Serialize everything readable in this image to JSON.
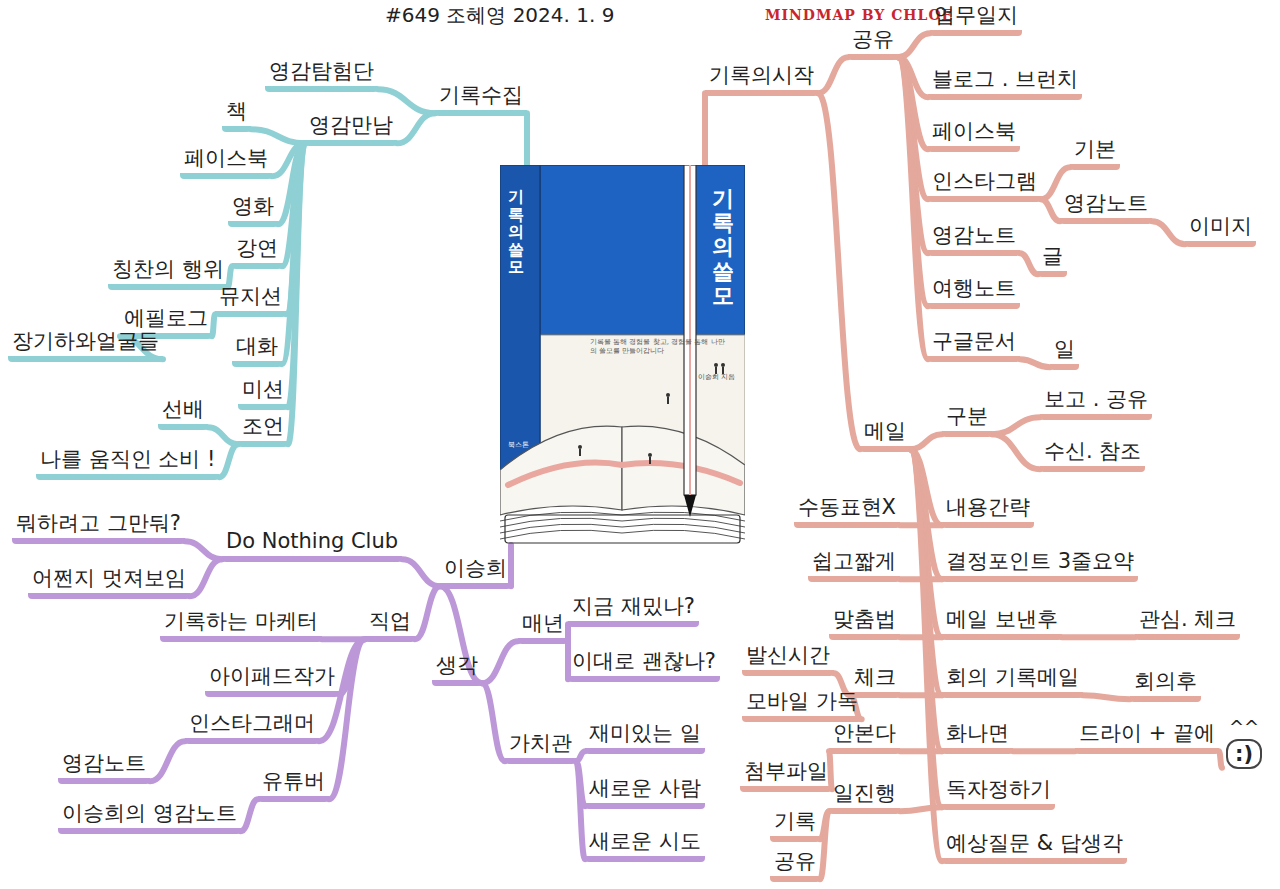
{
  "diagram": {
    "title": "#649 조혜영 2024. 1. 9",
    "nodes": [
      {
        "text": [
          "기록의 쓸모"
        ]
      },
      {
        "text": [
          "기록수집"
        ]
      },
      {
        "text": [
          "영감탐험단"
        ]
      },
      {
        "text": [
          "영감만남"
        ]
      },
      {
        "text": [
          "책"
        ]
      },
      {
        "text": [
          "페이스북"
        ]
      },
      {
        "text": [
          "영화"
        ]
      },
      {
        "text": [
          "강연"
        ]
      },
      {
        "text": [
          "칭찬의 행위"
        ]
      },
      {
        "text": [
          "뮤지션"
        ]
      },
      {
        "text": [
          "에필로그"
        ]
      },
      {
        "text": [
          "장기하와얼굴들"
        ]
      },
      {
        "text": [
          "대화"
        ]
      },
      {
        "text": [
          "미션"
        ]
      },
      {
        "text": [
          "조언"
        ]
      },
      {
        "text": [
          "선배"
        ]
      },
      {
        "text": [
          "나를 움직인 소비 !"
        ]
      },
      {
        "text": [
          "기록의시작"
        ]
      },
      {
        "text": [
          "공유"
        ]
      },
      {
        "text": [
          "업무일지"
        ]
      },
      {
        "text": [
          "블로그 . 브런치"
        ]
      },
      {
        "text": [
          "페이스북"
        ]
      },
      {
        "text": [
          "인스타그램"
        ]
      },
      {
        "text": [
          "기본"
        ]
      },
      {
        "text": [
          "영감노트"
        ]
      },
      {
        "text": [
          "이미지"
        ]
      },
      {
        "text": [
          "영감노트"
        ]
      },
      {
        "text": [
          "글"
        ]
      },
      {
        "text": [
          "여행노트"
        ]
      },
      {
        "text": [
          "구글문서"
        ]
      },
      {
        "text": [
          "일"
        ]
      },
      {
        "text": [
          "메일"
        ]
      },
      {
        "text": [
          "구분"
        ]
      },
      {
        "text": [
          "보고 . 공유"
        ]
      },
      {
        "text": [
          "수신. 참조"
        ]
      },
      {
        "text": [
          "내용간략"
        ]
      },
      {
        "text": [
          "수동표현X"
        ]
      },
      {
        "text": [
          "결정포인트 3줄요약"
        ]
      },
      {
        "text": [
          "쉽고짧게"
        ]
      },
      {
        "text": [
          "메일 보낸후"
        ]
      },
      {
        "text": [
          "관심. 체크"
        ]
      },
      {
        "text": [
          "맞춤법"
        ]
      },
      {
        "text": [
          "회의 기록메일"
        ]
      },
      {
        "text": [
          "회의후"
        ]
      },
      {
        "text": [
          "체크"
        ]
      },
      {
        "text": [
          "발신시간"
        ]
      },
      {
        "text": [
          "모바일 가독"
        ]
      },
      {
        "text": [
          "화나면"
        ]
      },
      {
        "text": [
          "드라이 + 끝에"
        ]
      },
      {
        "text": [
          "^^",
          ":)"
        ]
      },
      {
        "text": [
          "안본다"
        ]
      },
      {
        "text": [
          "첨부파일"
        ]
      },
      {
        "text": [
          "독자정하기"
        ]
      },
      {
        "text": [
          "일진행"
        ]
      },
      {
        "text": [
          "기록"
        ]
      },
      {
        "text": [
          "공유"
        ]
      },
      {
        "text": [
          "예상질문 & 답생각"
        ]
      },
      {
        "text": [
          "이승희"
        ]
      },
      {
        "text": [
          "Do Nothing Club"
        ]
      },
      {
        "text": [
          "뭐하려고 그만둬?"
        ]
      },
      {
        "text": [
          "어쩐지 멋져보임"
        ]
      },
      {
        "text": [
          "직업"
        ]
      },
      {
        "text": [
          "기록하는 마케터"
        ]
      },
      {
        "text": [
          "아이패드작가"
        ]
      },
      {
        "text": [
          "인스타그래머"
        ]
      },
      {
        "text": [
          "영감노트"
        ]
      },
      {
        "text": [
          "유튜버"
        ]
      },
      {
        "text": [
          "이승희의 영감노트"
        ]
      },
      {
        "text": [
          "생각"
        ]
      },
      {
        "text": [
          "매년"
        ]
      },
      {
        "text": [
          "지금 재밌나?"
        ]
      },
      {
        "text": [
          "이대로 괜찮나?"
        ]
      },
      {
        "text": [
          "가치관"
        ]
      },
      {
        "text": [
          "재미있는 일"
        ]
      },
      {
        "text": [
          "새로운 사람"
        ]
      },
      {
        "text": [
          "새로운 시도"
        ]
      }
    ],
    "edges": [
      {
        "from": 0,
        "to": 1,
        "arrow": "none"
      },
      {
        "from": 1,
        "to": 2,
        "arrow": "none"
      },
      {
        "from": 1,
        "to": 3,
        "arrow": "none"
      },
      {
        "from": 3,
        "to": 4,
        "arrow": "none"
      },
      {
        "from": 3,
        "to": 5,
        "arrow": "none"
      },
      {
        "from": 3,
        "to": 6,
        "arrow": "none"
      },
      {
        "from": 3,
        "to": 7,
        "arrow": "none"
      },
      {
        "from": 7,
        "to": 8,
        "arrow": "none"
      },
      {
        "from": 3,
        "to": 9,
        "arrow": "none"
      },
      {
        "from": 9,
        "to": 10,
        "arrow": "none"
      },
      {
        "from": 10,
        "to": 11,
        "arrow": "none"
      },
      {
        "from": 3,
        "to": 12,
        "arrow": "none"
      },
      {
        "from": 3,
        "to": 13,
        "arrow": "none"
      },
      {
        "from": 3,
        "to": 14,
        "arrow": "none"
      },
      {
        "from": 14,
        "to": 15,
        "arrow": "none"
      },
      {
        "from": 14,
        "to": 16,
        "arrow": "none"
      },
      {
        "from": 0,
        "to": 17,
        "arrow": "none"
      },
      {
        "from": 17,
        "to": 18,
        "arrow": "none"
      },
      {
        "from": 18,
        "to": 19,
        "arrow": "none"
      },
      {
        "from": 18,
        "to": 20,
        "arrow": "none"
      },
      {
        "from": 18,
        "to": 21,
        "arrow": "none"
      },
      {
        "from": 18,
        "to": 22,
        "arrow": "none"
      },
      {
        "from": 22,
        "to": 23,
        "arrow": "none"
      },
      {
        "from": 22,
        "to": 24,
        "arrow": "none"
      },
      {
        "from": 24,
        "to": 25,
        "arrow": "none"
      },
      {
        "from": 18,
        "to": 26,
        "arrow": "none"
      },
      {
        "from": 26,
        "to": 27,
        "arrow": "none"
      },
      {
        "from": 18,
        "to": 28,
        "arrow": "none"
      },
      {
        "from": 18,
        "to": 29,
        "arrow": "none"
      },
      {
        "from": 29,
        "to": 30,
        "arrow": "none"
      },
      {
        "from": 17,
        "to": 31,
        "arrow": "none"
      },
      {
        "from": 31,
        "to": 32,
        "arrow": "none"
      },
      {
        "from": 32,
        "to": 33,
        "arrow": "none"
      },
      {
        "from": 32,
        "to": 34,
        "arrow": "none"
      },
      {
        "from": 31,
        "to": 35,
        "arrow": "none"
      },
      {
        "from": 35,
        "to": 36,
        "arrow": "none"
      },
      {
        "from": 31,
        "to": 37,
        "arrow": "none"
      },
      {
        "from": 37,
        "to": 38,
        "arrow": "none"
      },
      {
        "from": 31,
        "to": 39,
        "arrow": "none"
      },
      {
        "from": 39,
        "to": 40,
        "arrow": "none"
      },
      {
        "from": 39,
        "to": 41,
        "arrow": "none"
      },
      {
        "from": 31,
        "to": 42,
        "arrow": "none"
      },
      {
        "from": 42,
        "to": 43,
        "arrow": "none"
      },
      {
        "from": 42,
        "to": 44,
        "arrow": "none"
      },
      {
        "from": 44,
        "to": 45,
        "arrow": "none"
      },
      {
        "from": 44,
        "to": 46,
        "arrow": "none"
      },
      {
        "from": 31,
        "to": 47,
        "arrow": "none"
      },
      {
        "from": 47,
        "to": 48,
        "arrow": "none"
      },
      {
        "from": 48,
        "to": 49,
        "arrow": "none"
      },
      {
        "from": 47,
        "to": 50,
        "arrow": "none"
      },
      {
        "from": 50,
        "to": 51,
        "arrow": "none"
      },
      {
        "from": 31,
        "to": 52,
        "arrow": "none"
      },
      {
        "from": 52,
        "to": 53,
        "arrow": "none"
      },
      {
        "from": 53,
        "to": 54,
        "arrow": "none"
      },
      {
        "from": 53,
        "to": 55,
        "arrow": "none"
      },
      {
        "from": 31,
        "to": 56,
        "arrow": "none"
      },
      {
        "from": 0,
        "to": 57,
        "arrow": "none"
      },
      {
        "from": 57,
        "to": 58,
        "arrow": "none"
      },
      {
        "from": 58,
        "to": 59,
        "arrow": "none"
      },
      {
        "from": 58,
        "to": 60,
        "arrow": "none"
      },
      {
        "from": 57,
        "to": 61,
        "arrow": "none"
      },
      {
        "from": 61,
        "to": 62,
        "arrow": "none"
      },
      {
        "from": 61,
        "to": 63,
        "arrow": "none"
      },
      {
        "from": 61,
        "to": 64,
        "arrow": "none"
      },
      {
        "from": 64,
        "to": 65,
        "arrow": "none"
      },
      {
        "from": 61,
        "to": 66,
        "arrow": "none"
      },
      {
        "from": 66,
        "to": 67,
        "arrow": "none"
      },
      {
        "from": 57,
        "to": 68,
        "arrow": "none"
      },
      {
        "from": 68,
        "to": 69,
        "arrow": "none"
      },
      {
        "from": 69,
        "to": 70,
        "arrow": "none"
      },
      {
        "from": 69,
        "to": 71,
        "arrow": "none"
      },
      {
        "from": 68,
        "to": 72,
        "arrow": "none"
      },
      {
        "from": 72,
        "to": 73,
        "arrow": "none"
      },
      {
        "from": 72,
        "to": 74,
        "arrow": "none"
      },
      {
        "from": 72,
        "to": 75,
        "arrow": "none"
      }
    ],
    "labels": [
      "MINDMAP BY CHLOE",
      "기록의 쓸모",
      "기록을 통해 경험을 찾고, 경험을 통해 나만의 쓸모를 만들어갑니다",
      "이승희 지음",
      "북스톤"
    ]
  }
}
